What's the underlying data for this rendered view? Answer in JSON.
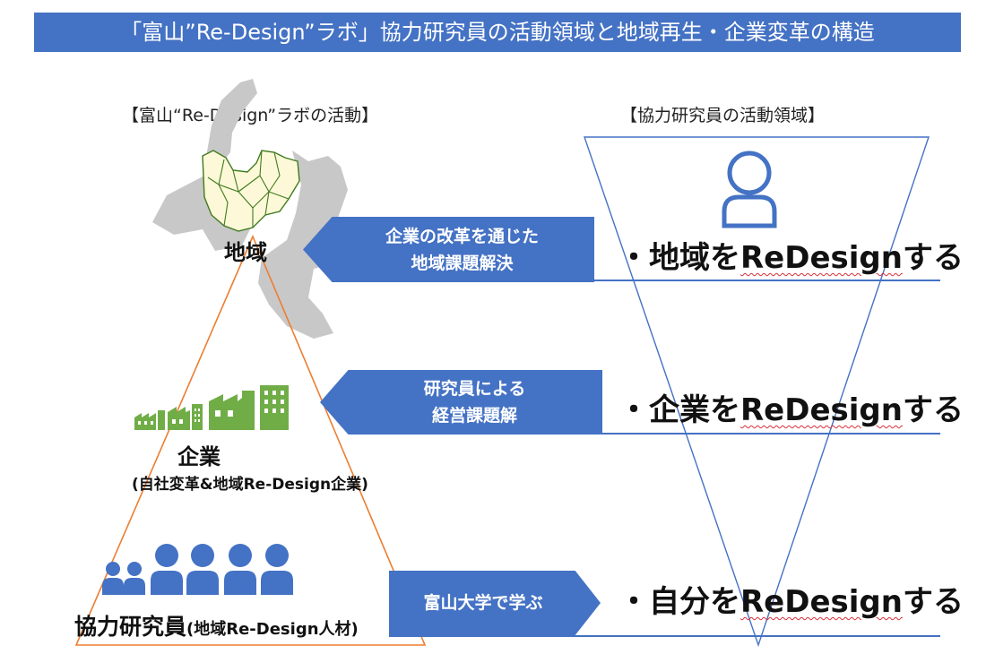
{
  "title": "「富山”Re-Design”ラボ」協力研究員の活動領域と地域再生・企業変革の構造",
  "left_heading": "【富山“Re-Design”ラボの活動】",
  "right_heading": "【協力研究員の活動領域】",
  "levels": [
    {
      "label": "地域"
    },
    {
      "label": "企業",
      "sublabel": "(自社変革&地域Re-Design企業)"
    },
    {
      "label": "協力研究員",
      "sublabel": "(地域Re-Design人材)"
    }
  ],
  "arrows": [
    {
      "line1": "企業の改革を通じた",
      "line2": "地域課題解決"
    },
    {
      "line1": "研究員による",
      "line2": "経営課題解"
    },
    {
      "line1": "富山大学で学ぶ"
    }
  ],
  "statements": [
    {
      "bullet": "・",
      "subject": "地域を",
      "keyword": "ReDesign",
      "suffix": "する"
    },
    {
      "bullet": "・",
      "subject": "企業を",
      "keyword": "ReDesign",
      "suffix": "する"
    },
    {
      "bullet": "・",
      "subject": "自分を",
      "keyword": "ReDesign",
      "suffix": "する"
    }
  ],
  "colors": {
    "accent_blue": "#4472c4",
    "triangle_orange": "#ed7d31",
    "factory_green": "#70ad47",
    "map_yellow": "#fdf9d8",
    "map_gray": "#c8c8c8"
  },
  "icons": {
    "map": "toyama-map-icon",
    "person": "person-outline-icon",
    "factories": "factory-buildings-icon",
    "people": "people-group-icon"
  }
}
